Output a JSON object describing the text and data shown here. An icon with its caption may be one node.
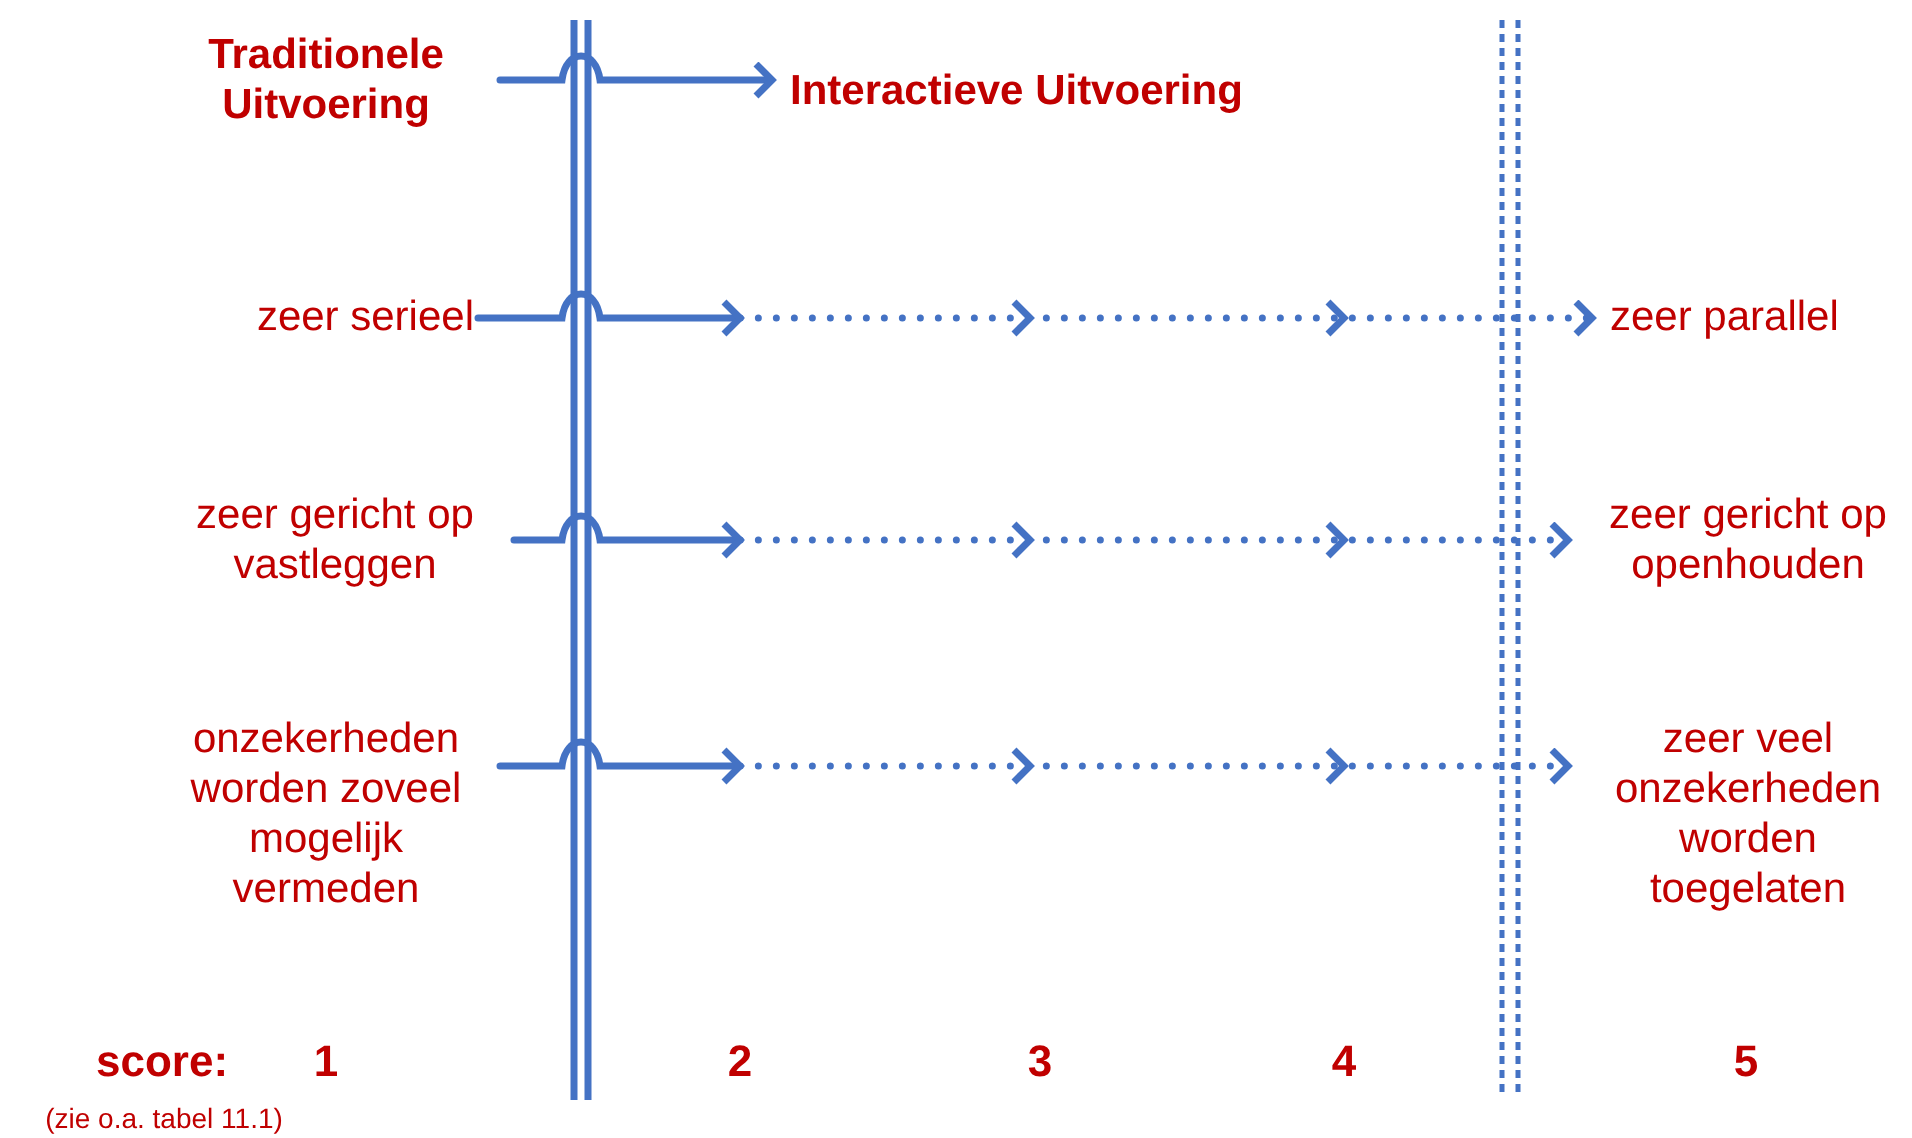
{
  "diagram": {
    "nodes": [
      {
        "text": [
          "Traditionele Uitvoering"
        ]
      },
      {
        "text": [
          "Interactieve Uitvoering"
        ]
      },
      {
        "text": [
          "zeer serieel"
        ]
      },
      {
        "text": [
          "zeer parallel"
        ]
      },
      {
        "text": [
          "zeer gericht op vastleggen"
        ]
      },
      {
        "text": [
          "zeer gericht op openhouden"
        ]
      },
      {
        "text": [
          "onzekerheden worden zoveel mogelijk vermeden"
        ]
      },
      {
        "text": [
          "zeer veel onzekerheden worden toegelaten"
        ]
      }
    ],
    "edges": [
      {
        "from": 0,
        "to": 1,
        "arrow": "to"
      },
      {
        "from": 2,
        "to": 3,
        "arrow": "to",
        "style": "dashed"
      },
      {
        "from": 4,
        "to": 5,
        "arrow": "to",
        "style": "dashed"
      },
      {
        "from": 6,
        "to": 7,
        "arrow": "to",
        "style": "dashed"
      }
    ],
    "labels": [
      "score:",
      "(zie o.a. tabel 11.1)",
      "1",
      "2",
      "3",
      "4",
      "5"
    ]
  }
}
